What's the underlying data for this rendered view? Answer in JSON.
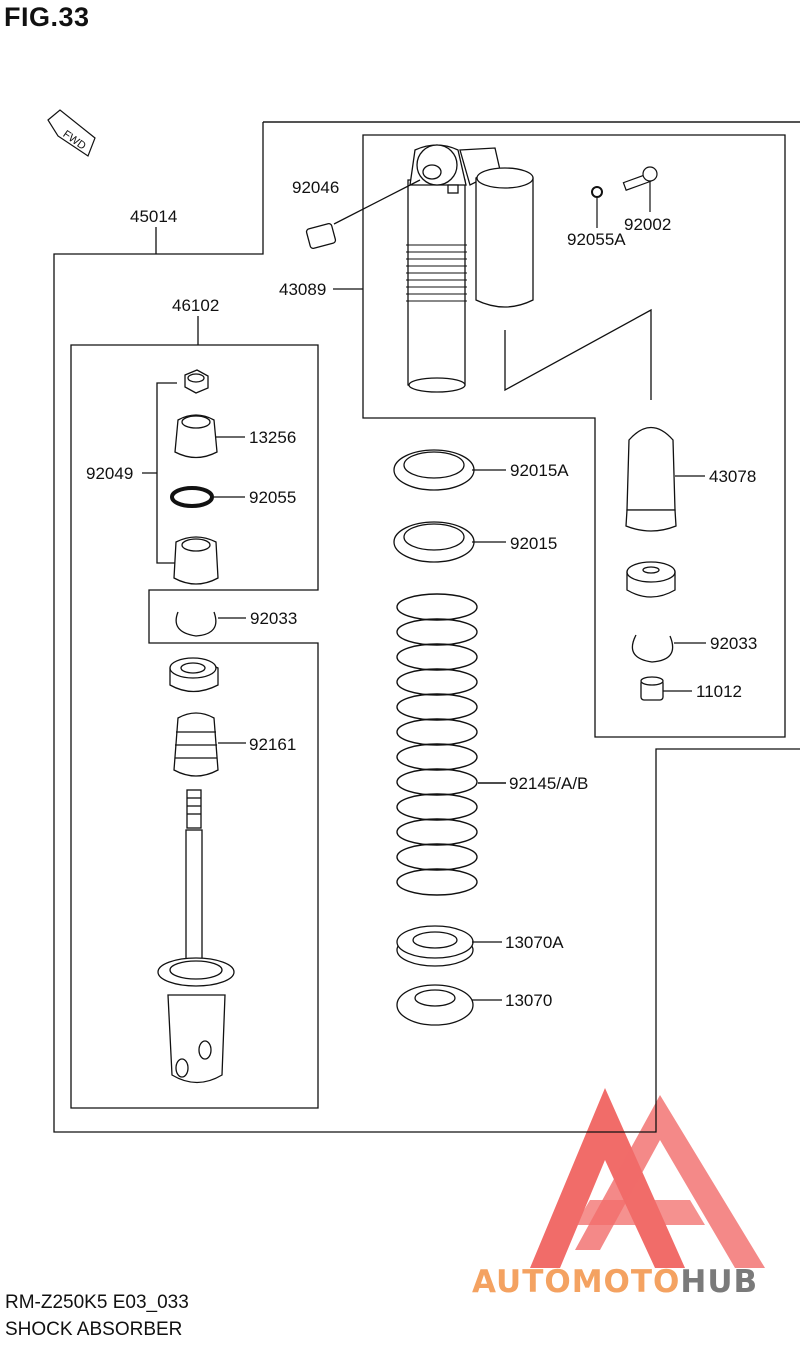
{
  "figure": {
    "title": "FIG.33",
    "model_code": "RM-Z250K5 E03_033",
    "name": "SHOCK ABSORBER",
    "direction_marker": "FWD"
  },
  "watermark": {
    "word1": "AUTOMOTO",
    "word2": "HUB",
    "color1": "#f4a261",
    "color2": "#7a7a7a",
    "logo_color": "#ef5350"
  },
  "parts": [
    {
      "id": "p-45014",
      "label": "45014"
    },
    {
      "id": "p-46102",
      "label": "46102"
    },
    {
      "id": "p-92046",
      "label": "92046"
    },
    {
      "id": "p-43089",
      "label": "43089"
    },
    {
      "id": "p-92055A",
      "label": "92055A"
    },
    {
      "id": "p-92002",
      "label": "92002"
    },
    {
      "id": "p-92049",
      "label": "92049"
    },
    {
      "id": "p-13256",
      "label": "13256"
    },
    {
      "id": "p-92055",
      "label": "92055"
    },
    {
      "id": "p-92033a",
      "label": "92033"
    },
    {
      "id": "p-92161",
      "label": "92161"
    },
    {
      "id": "p-92015A",
      "label": "92015A"
    },
    {
      "id": "p-92015",
      "label": "92015"
    },
    {
      "id": "p-92145",
      "label": "92145/A/B"
    },
    {
      "id": "p-13070A",
      "label": "13070A"
    },
    {
      "id": "p-13070",
      "label": "13070"
    },
    {
      "id": "p-43078",
      "label": "43078"
    },
    {
      "id": "p-92033b",
      "label": "92033"
    },
    {
      "id": "p-11012",
      "label": "11012"
    }
  ]
}
